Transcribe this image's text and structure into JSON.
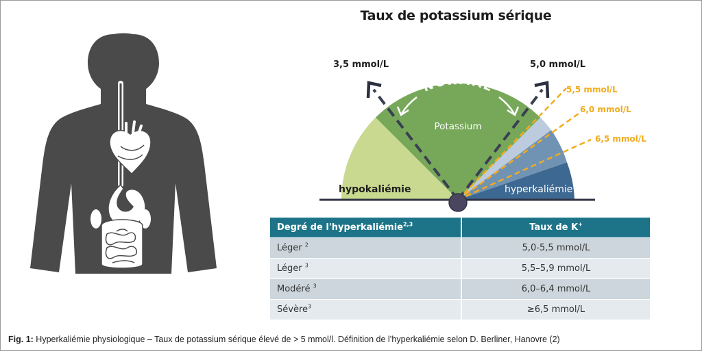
{
  "diagram": {
    "title": "Taux de potassium sérique",
    "label_low": "3,5 mmol/L",
    "label_high": "5,0 mmol/L",
    "label_normal": "NORMAL",
    "label_potassium": "Potassium",
    "label_hypo": "hypokaliémie",
    "label_hyper": "hyperkaliémie",
    "levels": [
      "5,5 mmol/L",
      "6,0 mmol/L",
      "6,5 mmol/L"
    ]
  },
  "colors": {
    "hypo_zone": "#c9d98f",
    "normal_zone": "#77a85a",
    "hyper_light": "#bccbdd",
    "hyper_mid": "#7193b3",
    "hyper_dark": "#3d6892",
    "needle": "#f2ab1d",
    "hub": "#4a4660",
    "dashes": "#3a3f52",
    "body": "#4a4a4a",
    "table_header": "#1d7488"
  },
  "table": {
    "col1_header": "Degré de l'hyperkaliémie",
    "col1_header_sup": "2,3",
    "col2_header": "Taux de K",
    "col2_header_sup": "+",
    "rows": [
      {
        "grade": "Léger",
        "sup": "2",
        "value": "5,0-5,5 mmol/L"
      },
      {
        "grade": "Léger",
        "sup": "3",
        "value": "5,5–5,9 mmol/L"
      },
      {
        "grade": "Modéré",
        "sup": "3",
        "value": "6,0–6,4 mmol/L"
      },
      {
        "grade": "Sévère",
        "sup": "3",
        "value": "≥6,5 mmol/L"
      }
    ]
  },
  "caption": {
    "label": "Fig. 1:",
    "text": " Hyperkaliémie physiologique – Taux de potassium sérique élevé de > 5 mmol/l. Définition de l’hyperkaliémie selon D. Berliner, Hanovre (2)"
  }
}
